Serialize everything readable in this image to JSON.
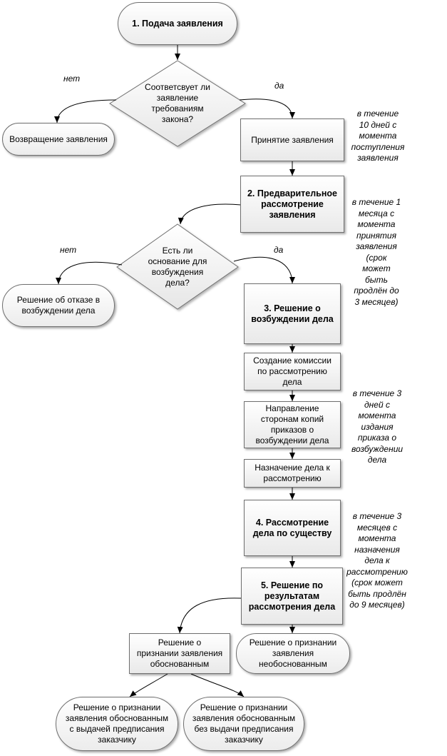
{
  "nodes": {
    "n1": "1. Подача заявления",
    "d1": "Соответсвует ли\nзаявление требованиям\nзакона?",
    "return": "Возвращение заявления",
    "accept": "Принятие заявления",
    "n2": "2. Предварительное\nрассмотрение\nзаявления",
    "d2": "Есть ли\nоснование для\nвозбуждения\nдела?",
    "refuse": "Решение об отказе в\nвозбуждении дела",
    "n3": "3. Решение о\nвозбуждении дела",
    "commission": "Создание комиссии\nпо рассмотрению\nдела",
    "copies": "Направление\nсторонам копий\nприказов о\nвозбуждении дела",
    "assign": "Назначение дела к\nрассмотрению",
    "n4": "4. Рассмотрение\nдела по существу",
    "n5": "5. Решение по\nрезультатам\nрассмотрения дела",
    "justified": "Решение о\nпризнании заявления\nобоснованным",
    "unjustified": "Решение о признании\nзаявления\nнеобоснованным",
    "with_order": "Решение о признании\nзаявления обоснованным\nс выдачей предписания\nзаказчику",
    "without_order": "Решение о признании\nзаявления обоснованным\nбез выдачи предписания\nзаказчику"
  },
  "labels": {
    "no1": "нет",
    "yes1": "да",
    "no2": "нет",
    "yes2": "да"
  },
  "notes": {
    "t1": "в течение\n10 дней с\nмомента\nпоступления\nзаявления",
    "t2": "в течение 1\nмесяца с\nмомента\nпринятия\nзаявления\n(срок\nможет\nбыть\nпродлён до\n3 месяцев)",
    "t3": "в течение 3\nдней с\nмомента\nиздания\nприказа о\nвозбуждении\nдела",
    "t4": "в течение 3\nмесяцев с\nмомента\nназначения\nдела к\nрассмотрению\n(срок может\nбыть продлён\nдо 9 месяцев)"
  }
}
